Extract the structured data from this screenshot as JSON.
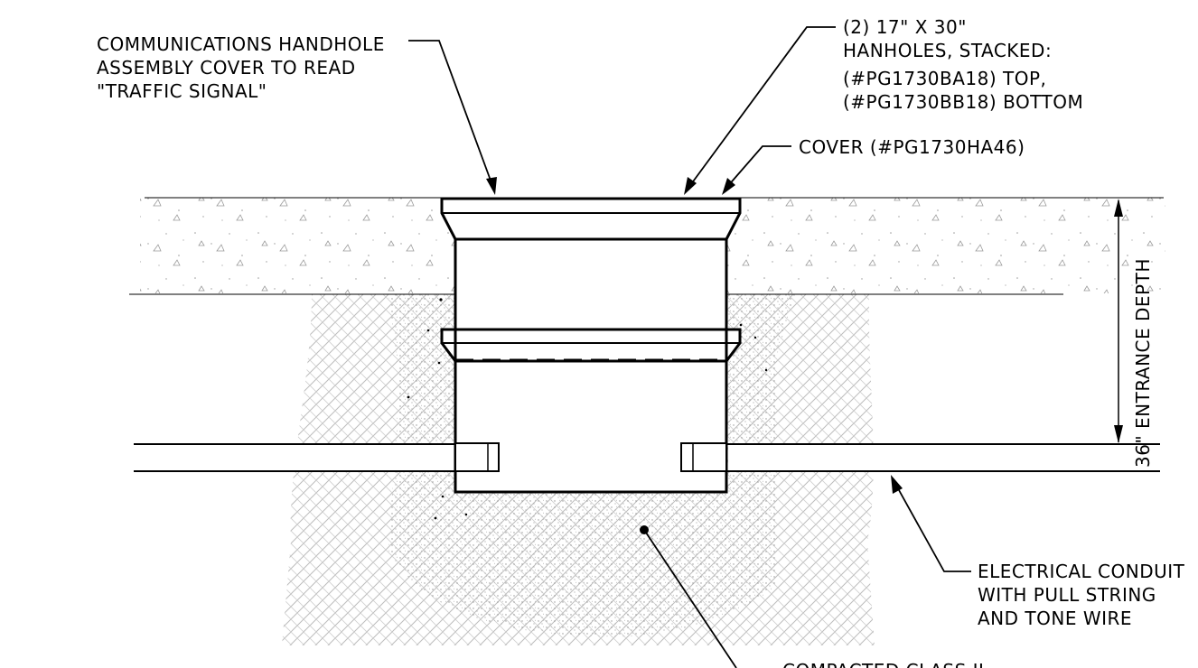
{
  "labels": {
    "handhole_cover": [
      "COMMUNICATIONS HANDHOLE",
      "ASSEMBLY COVER TO READ",
      "\"TRAFFIC SIGNAL\""
    ],
    "stacked_handholes": [
      "(2) 17\" X 30\"",
      "HANHOLES, STACKED:",
      "(#PG1730BA18) TOP,",
      "(#PG1730BB18) BOTTOM"
    ],
    "cover": "COVER (#PG1730HA46)",
    "entrance_depth": "36\" ENTRANCE DEPTH",
    "conduit": [
      "ELECTRICAL CONDUIT",
      "WITH PULL STRING",
      "AND TONE WIRE"
    ],
    "bedding": "COMPACTED CLASS II"
  },
  "colors": {
    "line": "#000000",
    "background": "#ffffff",
    "backfill_hatch": "#b8b8b8",
    "pavement_dots": "#9a9a9a"
  }
}
